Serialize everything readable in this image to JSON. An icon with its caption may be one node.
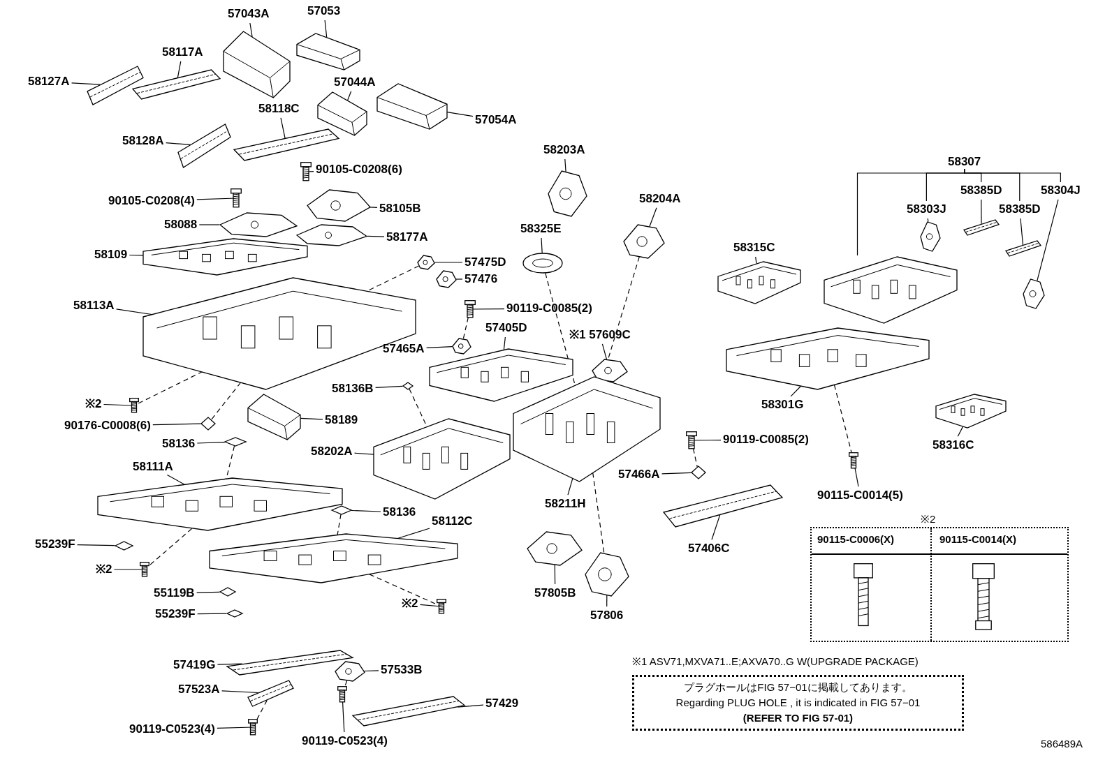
{
  "diagram": {
    "nodes": [
      {
        "text": [
          "57043A"
        ]
      },
      {
        "text": [],
        "shape": "picture"
      },
      {
        "text": [
          "57053"
        ]
      },
      {
        "text": [],
        "shape": "picture"
      },
      {
        "text": [
          "58117A"
        ]
      },
      {
        "text": [],
        "shape": "picture"
      },
      {
        "text": [
          "58127A"
        ]
      },
      {
        "text": [],
        "shape": "picture"
      },
      {
        "text": [
          "57044A"
        ]
      },
      {
        "text": [],
        "shape": "picture"
      },
      {
        "text": [
          "57054A"
        ]
      },
      {
        "text": [],
        "shape": "picture"
      },
      {
        "text": [
          "58118C"
        ]
      },
      {
        "text": [],
        "shape": "picture"
      },
      {
        "text": [
          "58128A"
        ]
      },
      {
        "text": [],
        "shape": "picture"
      },
      {
        "text": [
          "90105-C0208(6)"
        ]
      },
      {
        "text": [],
        "shape": "picture"
      },
      {
        "text": [
          "90105-C0208(4)"
        ]
      },
      {
        "text": [],
        "shape": "picture"
      },
      {
        "text": [
          "58105B"
        ]
      },
      {
        "text": [],
        "shape": "picture"
      },
      {
        "text": [
          "58088"
        ]
      },
      {
        "text": [],
        "shape": "picture"
      },
      {
        "text": [
          "58177A"
        ]
      },
      {
        "text": [],
        "shape": "picture"
      },
      {
        "text": [
          "58109"
        ]
      },
      {
        "text": [],
        "shape": "picture"
      },
      {
        "text": [
          "57475D"
        ]
      },
      {
        "text": [],
        "shape": "picture"
      },
      {
        "text": [
          "57476"
        ]
      },
      {
        "text": [],
        "shape": "picture"
      },
      {
        "text": [
          "58113A"
        ]
      },
      {
        "text": [],
        "shape": "picture"
      },
      {
        "text": [
          "※2"
        ]
      },
      {
        "text": [],
        "shape": "picture"
      },
      {
        "text": [
          "90176-C0008(6)"
        ]
      },
      {
        "text": [],
        "shape": "picture"
      },
      {
        "text": [
          "58189"
        ]
      },
      {
        "text": [],
        "shape": "picture"
      },
      {
        "text": [
          "58136"
        ]
      },
      {
        "text": [],
        "shape": "picture"
      },
      {
        "text": [
          "58111A"
        ]
      },
      {
        "text": [],
        "shape": "picture"
      },
      {
        "text": [
          "55239F"
        ]
      },
      {
        "text": [],
        "shape": "picture"
      },
      {
        "text": [
          "※2"
        ]
      },
      {
        "text": [],
        "shape": "picture"
      },
      {
        "text": [
          "55119B"
        ]
      },
      {
        "text": [],
        "shape": "picture"
      },
      {
        "text": [
          "55239F"
        ]
      },
      {
        "text": [],
        "shape": "picture"
      },
      {
        "text": [
          "58136"
        ]
      },
      {
        "text": [],
        "shape": "picture"
      },
      {
        "text": [
          "58112C"
        ]
      },
      {
        "text": [],
        "shape": "picture"
      },
      {
        "text": [
          "※2"
        ]
      },
      {
        "text": [],
        "shape": "picture"
      },
      {
        "text": [
          "57419G"
        ]
      },
      {
        "text": [],
        "shape": "picture"
      },
      {
        "text": [
          "57533B"
        ]
      },
      {
        "text": [],
        "shape": "picture"
      },
      {
        "text": [
          "57523A"
        ]
      },
      {
        "text": [],
        "shape": "picture"
      },
      {
        "text": [
          "57429"
        ]
      },
      {
        "text": [],
        "shape": "picture"
      },
      {
        "text": [
          "90119-C0523(4)"
        ]
      },
      {
        "text": [],
        "shape": "picture"
      },
      {
        "text": [
          "90119-C0523(4)"
        ]
      },
      {
        "text": [],
        "shape": "picture"
      },
      {
        "text": [
          "58203A"
        ]
      },
      {
        "text": [],
        "shape": "picture"
      },
      {
        "text": [
          "58325E"
        ]
      },
      {
        "text": [],
        "shape": "picture"
      },
      {
        "text": [
          "58204A"
        ]
      },
      {
        "text": [],
        "shape": "picture"
      },
      {
        "text": [
          "90119-C0085(2)"
        ]
      },
      {
        "text": [],
        "shape": "picture"
      },
      {
        "text": [
          "57465A"
        ]
      },
      {
        "text": [],
        "shape": "picture"
      },
      {
        "text": [
          "57405D"
        ]
      },
      {
        "text": [],
        "shape": "picture"
      },
      {
        "text": [
          "※1 57609C"
        ]
      },
      {
        "text": [],
        "shape": "picture"
      },
      {
        "text": [
          "58136B"
        ]
      },
      {
        "text": [],
        "shape": "picture"
      },
      {
        "text": [
          "58202A"
        ]
      },
      {
        "text": [],
        "shape": "picture"
      },
      {
        "text": [
          "58211H"
        ]
      },
      {
        "text": [],
        "shape": "picture"
      },
      {
        "text": [
          "90119-C0085(2)"
        ]
      },
      {
        "text": [],
        "shape": "picture"
      },
      {
        "text": [
          "57466A"
        ]
      },
      {
        "text": [],
        "shape": "picture"
      },
      {
        "text": [
          "57406C"
        ]
      },
      {
        "text": [],
        "shape": "picture"
      },
      {
        "text": [
          "57805B"
        ]
      },
      {
        "text": [],
        "shape": "picture"
      },
      {
        "text": [
          "57806"
        ]
      },
      {
        "text": [],
        "shape": "picture"
      },
      {
        "text": [
          "58315C"
        ]
      },
      {
        "text": [],
        "shape": "picture"
      },
      {
        "text": [
          "58301G"
        ]
      },
      {
        "text": [],
        "shape": "picture"
      },
      {
        "text": [
          "58316C"
        ]
      },
      {
        "text": [],
        "shape": "picture"
      },
      {
        "text": [
          "90115-C0014(5)"
        ]
      },
      {
        "text": [],
        "shape": "picture"
      },
      {
        "text": [
          "58303J"
        ]
      },
      {
        "text": [],
        "shape": "picture"
      },
      {
        "text": [
          "58385D"
        ]
      },
      {
        "text": [],
        "shape": "picture"
      },
      {
        "text": [
          "58385D"
        ]
      },
      {
        "text": [],
        "shape": "picture"
      },
      {
        "text": [
          "58304J"
        ]
      },
      {
        "text": [],
        "shape": "picture"
      },
      {
        "text": [
          "58307"
        ]
      },
      {
        "text": [],
        "shape": "picture"
      },
      {
        "text": [
          "プラグホールはFIG 57−01に掲載してあります。",
          "Regarding PLUG HOLE , it is indicated in FIG 57−01",
          "(REFER TO FIG 57-01)"
        ]
      }
    ],
    "edges": [
      {
        "from": 0,
        "to": 1,
        "arrow": "none"
      },
      {
        "from": 2,
        "to": 3,
        "arrow": "none"
      },
      {
        "from": 4,
        "to": 5,
        "arrow": "none"
      },
      {
        "from": 6,
        "to": 7,
        "arrow": "none"
      },
      {
        "from": 8,
        "to": 9,
        "arrow": "none"
      },
      {
        "from": 10,
        "to": 11,
        "arrow": "none"
      },
      {
        "from": 12,
        "to": 13,
        "arrow": "none"
      },
      {
        "from": 14,
        "to": 15,
        "arrow": "none"
      },
      {
        "from": 16,
        "to": 17,
        "arrow": "none"
      },
      {
        "from": 18,
        "to": 19,
        "arrow": "none"
      },
      {
        "from": 20,
        "to": 21,
        "arrow": "none"
      },
      {
        "from": 22,
        "to": 23,
        "arrow": "none"
      },
      {
        "from": 24,
        "to": 25,
        "arrow": "none"
      },
      {
        "from": 26,
        "to": 27,
        "arrow": "none"
      },
      {
        "from": 28,
        "to": 29,
        "arrow": "none"
      },
      {
        "from": 30,
        "to": 31,
        "arrow": "none"
      },
      {
        "from": 32,
        "to": 33,
        "arrow": "none"
      },
      {
        "from": 34,
        "to": 35,
        "arrow": "none"
      },
      {
        "from": 36,
        "to": 37,
        "arrow": "none"
      },
      {
        "from": 38,
        "to": 39,
        "arrow": "none"
      },
      {
        "from": 40,
        "to": 41,
        "arrow": "none"
      },
      {
        "from": 42,
        "to": 43,
        "arrow": "none"
      },
      {
        "from": 44,
        "to": 45,
        "arrow": "none"
      },
      {
        "from": 46,
        "to": 47,
        "arrow": "none"
      },
      {
        "from": 48,
        "to": 49,
        "arrow": "none"
      },
      {
        "from": 50,
        "to": 51,
        "arrow": "none"
      },
      {
        "from": 52,
        "to": 53,
        "arrow": "none"
      },
      {
        "from": 54,
        "to": 55,
        "arrow": "none"
      },
      {
        "from": 56,
        "to": 57,
        "arrow": "none"
      },
      {
        "from": 58,
        "to": 59,
        "arrow": "none"
      },
      {
        "from": 60,
        "to": 61,
        "arrow": "none"
      },
      {
        "from": 62,
        "to": 63,
        "arrow": "none"
      },
      {
        "from": 64,
        "to": 65,
        "arrow": "none"
      },
      {
        "from": 66,
        "to": 67,
        "arrow": "none"
      },
      {
        "from": 68,
        "to": 69,
        "arrow": "none"
      },
      {
        "from": 70,
        "to": 71,
        "arrow": "none"
      },
      {
        "from": 72,
        "to": 73,
        "arrow": "none"
      },
      {
        "from": 74,
        "to": 75,
        "arrow": "none"
      },
      {
        "from": 76,
        "to": 77,
        "arrow": "none"
      },
      {
        "from": 78,
        "to": 79,
        "arrow": "none"
      },
      {
        "from": 80,
        "to": 81,
        "arrow": "none"
      },
      {
        "from": 82,
        "to": 83,
        "arrow": "none"
      },
      {
        "from": 84,
        "to": 85,
        "arrow": "none"
      },
      {
        "from": 86,
        "to": 87,
        "arrow": "none"
      },
      {
        "from": 88,
        "to": 89,
        "arrow": "none"
      },
      {
        "from": 90,
        "to": 91,
        "arrow": "none"
      },
      {
        "from": 92,
        "to": 93,
        "arrow": "none"
      },
      {
        "from": 94,
        "to": 95,
        "arrow": "none"
      },
      {
        "from": 96,
        "to": 97,
        "arrow": "none"
      },
      {
        "from": 98,
        "to": 99,
        "arrow": "none"
      },
      {
        "from": 100,
        "to": 101,
        "arrow": "none"
      },
      {
        "from": 102,
        "to": 103,
        "arrow": "none"
      },
      {
        "from": 104,
        "to": 105,
        "arrow": "none"
      },
      {
        "from": 106,
        "to": 107,
        "arrow": "none"
      },
      {
        "from": 108,
        "to": 109,
        "arrow": "none"
      },
      {
        "from": 110,
        "to": 111,
        "arrow": "none"
      },
      {
        "from": 112,
        "to": 113,
        "arrow": "none"
      },
      {
        "from": 114,
        "to": 115,
        "arrow": "none"
      },
      {
        "from": 116,
        "to": 117,
        "arrow": "none"
      },
      {
        "from": 116,
        "to": 108,
        "arrow": "none"
      },
      {
        "from": 116,
        "to": 110,
        "arrow": "none"
      },
      {
        "from": 116,
        "to": 112,
        "arrow": "none"
      },
      {
        "from": 116,
        "to": 114,
        "arrow": "none"
      },
      {
        "from": 29,
        "to": 33,
        "arrow": "none",
        "style": "dashed"
      },
      {
        "from": 33,
        "to": 35,
        "arrow": "none",
        "style": "dashed"
      },
      {
        "from": 33,
        "to": 37,
        "arrow": "none",
        "style": "dashed"
      },
      {
        "from": 41,
        "to": 43,
        "arrow": "none",
        "style": "dashed"
      },
      {
        "from": 43,
        "to": 47,
        "arrow": "none",
        "style": "dashed"
      },
      {
        "from": 53,
        "to": 55,
        "arrow": "none",
        "style": "dashed"
      },
      {
        "from": 55,
        "to": 57,
        "arrow": "none",
        "style": "dashed"
      },
      {
        "from": 77,
        "to": 79,
        "arrow": "none",
        "style": "dashed"
      },
      {
        "from": 85,
        "to": 87,
        "arrow": "none",
        "style": "dashed"
      },
      {
        "from": 73,
        "to": 89,
        "arrow": "none",
        "style": "dashed"
      },
      {
        "from": 75,
        "to": 89,
        "arrow": "none",
        "style": "dashed"
      },
      {
        "from": 89,
        "to": 99,
        "arrow": "none",
        "style": "dashed"
      },
      {
        "from": 91,
        "to": 93,
        "arrow": "none",
        "style": "dashed"
      },
      {
        "from": 103,
        "to": 107,
        "arrow": "none",
        "style": "dashed"
      },
      {
        "from": 61,
        "to": 69,
        "arrow": "none",
        "style": "dashed"
      },
      {
        "from": 63,
        "to": 67,
        "arrow": "none",
        "style": "dashed"
      }
    ],
    "labels": [
      "※2",
      "90115-C0006(X)",
      "90115-C0014(X)",
      "※1 ASV71,MXVA71..E;AXVA70..G W(UPGRADE PACKAGE)",
      "586489A"
    ]
  }
}
